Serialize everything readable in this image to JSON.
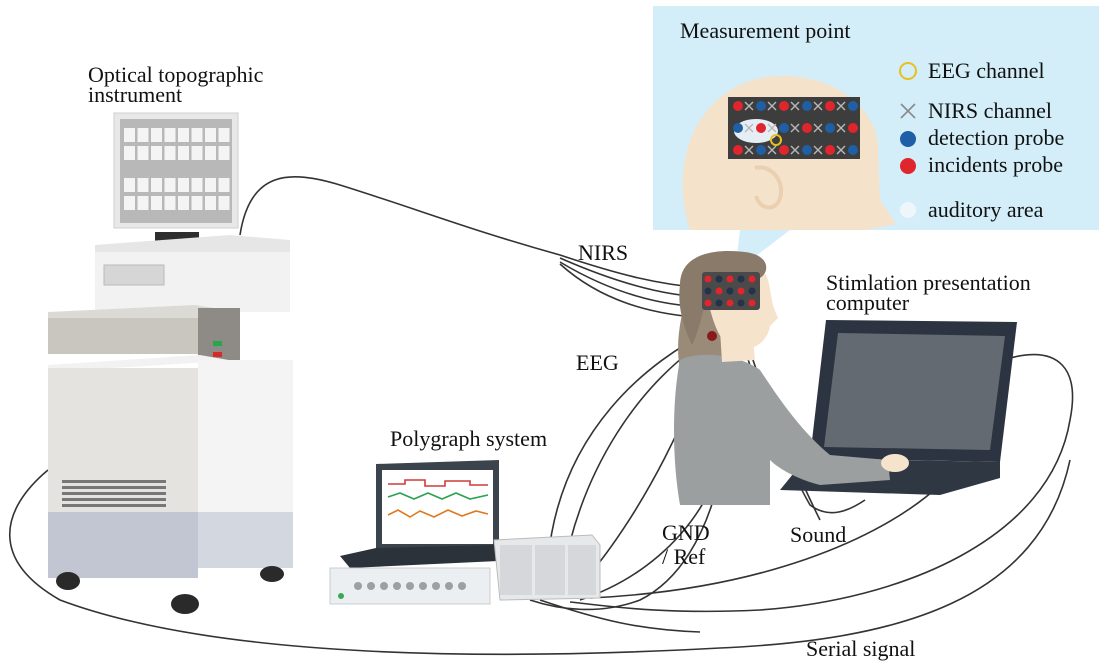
{
  "labels": {
    "optical_line1": "Optical topographic",
    "optical_line2": "instrument",
    "nirs": "NIRS",
    "eeg": "EEG",
    "polygraph": "Polygraph system",
    "stim_line1": "Stimlation presentation",
    "stim_line2": "computer",
    "gnd_line1": "GND",
    "gnd_line2": "/ Ref",
    "sound": "Sound",
    "serial": "Serial signal"
  },
  "inset": {
    "title": "Measurement point",
    "legend": [
      {
        "label": "EEG channel",
        "icon": "yellow-ring"
      },
      {
        "label": "NIRS channel",
        "icon": "grey-cross"
      },
      {
        "label": "detection probe",
        "icon": "blue-dot"
      },
      {
        "label": "incidents probe",
        "icon": "red-dot"
      },
      {
        "label": "auditory area",
        "icon": "pale-blue-dot"
      }
    ]
  },
  "colors": {
    "inset_bg": "#d3eef8",
    "detection": "#1f5fa5",
    "incident": "#e0262c",
    "eeg_ring": "#e8c020",
    "probe_grid": "#3d3d3d",
    "skin": "#f6e3cc",
    "hair": "#8a7a6a",
    "sweater": "#9c9fa0",
    "laptop": "#2b3440"
  }
}
